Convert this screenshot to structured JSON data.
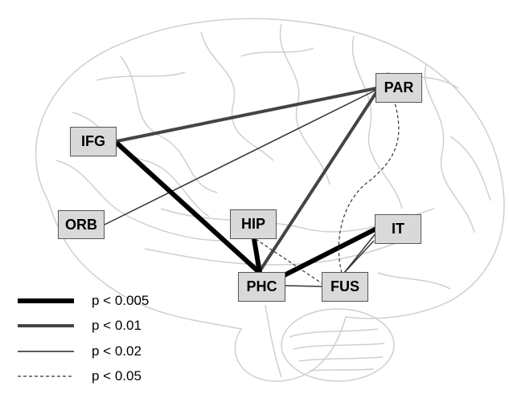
{
  "nodes": {
    "par": "PAR",
    "ifg": "IFG",
    "orb": "ORB",
    "hip": "HIP",
    "it": "IT",
    "phc": "PHC",
    "fus": "FUS"
  },
  "edges": [
    {
      "from": "IFG",
      "to": "PAR",
      "level": "p < 0.01"
    },
    {
      "from": "IFG",
      "to": "PHC",
      "level": "p < 0.005"
    },
    {
      "from": "ORB",
      "to": "PAR",
      "level": "p < 0.02"
    },
    {
      "from": "PHC",
      "to": "PAR",
      "level": "p < 0.01"
    },
    {
      "from": "HIP",
      "to": "PHC",
      "level": "p < 0.005"
    },
    {
      "from": "HIP",
      "to": "FUS",
      "level": "p < 0.05"
    },
    {
      "from": "PHC",
      "to": "IT",
      "level": "p < 0.005"
    },
    {
      "from": "PHC",
      "to": "FUS",
      "level": "p < 0.02"
    },
    {
      "from": "FUS",
      "to": "IT",
      "level": "p < 0.02"
    },
    {
      "from": "FUS",
      "to": "PAR",
      "level": "p < 0.05"
    }
  ],
  "legend": [
    {
      "label": "p < 0.005",
      "style": "very-thick"
    },
    {
      "label": "p < 0.01",
      "style": "thick"
    },
    {
      "label": "p < 0.02",
      "style": "thin"
    },
    {
      "label": "p < 0.05",
      "style": "dashed"
    }
  ],
  "colors": {
    "edge_black": "#000000",
    "edge_gray": "#444444",
    "node_fill": "#d9d9d9",
    "brain_outline": "#c8c8c8"
  }
}
